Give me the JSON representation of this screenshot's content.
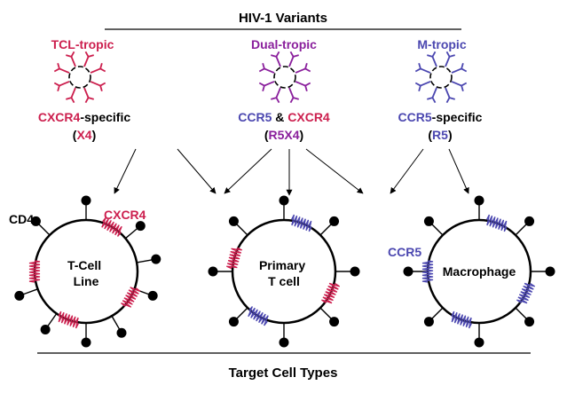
{
  "title": "HIV-1 Variants",
  "footer": "Target Cell Types",
  "colors": {
    "tcl": "#cc1f4e",
    "dual": "#8a1f9c",
    "m": "#4b47b0",
    "black": "#000000"
  },
  "variants": [
    {
      "name": "TCL-tropic",
      "color_key": "tcl",
      "spec": [
        {
          "text": "CXCR4",
          "color_key": "tcl"
        },
        {
          "text": "-specific",
          "color_key": "black"
        }
      ],
      "code": [
        {
          "text": "(",
          "color_key": "black"
        },
        {
          "text": "X4",
          "color_key": "tcl"
        },
        {
          "text": ")",
          "color_key": "black"
        }
      ]
    },
    {
      "name": "Dual-tropic",
      "color_key": "dual",
      "spec": [
        {
          "text": "CCR5",
          "color_key": "m"
        },
        {
          "text": " & ",
          "color_key": "black"
        },
        {
          "text": "CXCR4",
          "color_key": "tcl"
        }
      ],
      "code": [
        {
          "text": "(",
          "color_key": "black"
        },
        {
          "text": "R5X4",
          "color_key": "dual"
        },
        {
          "text": ")",
          "color_key": "black"
        }
      ]
    },
    {
      "name": "M-tropic",
      "color_key": "m",
      "spec": [
        {
          "text": "CCR5",
          "color_key": "m"
        },
        {
          "text": "-specific",
          "color_key": "black"
        }
      ],
      "code": [
        {
          "text": "(",
          "color_key": "black"
        },
        {
          "text": "R5",
          "color_key": "m"
        },
        {
          "text": ")",
          "color_key": "black"
        }
      ]
    }
  ],
  "cells": [
    {
      "lines": [
        "T-Cell",
        "Line"
      ]
    },
    {
      "lines": [
        "Primary",
        "T cell"
      ]
    },
    {
      "lines": [
        "Macrophage"
      ]
    }
  ],
  "receptor_labels": {
    "cd4": "CD4",
    "cxcr4": "CXCR4",
    "ccr5": "CCR5"
  }
}
